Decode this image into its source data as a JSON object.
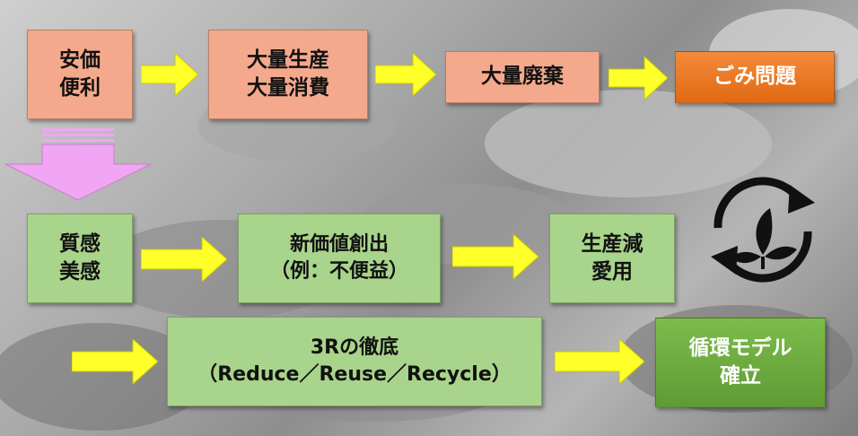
{
  "row1": {
    "box1": [
      "安価",
      "便利"
    ],
    "box2": [
      "大量生産",
      "大量消費"
    ],
    "box3": [
      "大量廃棄"
    ],
    "box4": [
      "ごみ問題"
    ]
  },
  "row2": {
    "box1": [
      "質感",
      "美感"
    ],
    "box2": [
      "新価値創出",
      "（例：不便益）"
    ],
    "box3": [
      "生産減",
      "愛用"
    ]
  },
  "row3": {
    "box1": [
      "3Rの徹底",
      "（Reduce／Reuse／Recycle）"
    ],
    "box2": [
      "循環モデル",
      "確立"
    ]
  },
  "colors": {
    "peach": "#f4a98c",
    "light_green": "#a9d48b",
    "orange": "#e06a12",
    "dark_green": "#5f9b34",
    "arrow_yellow": "#ffff2a",
    "arrow_violet": "#f0a6f2"
  },
  "icons": [
    "recycle-leaf-icon"
  ]
}
